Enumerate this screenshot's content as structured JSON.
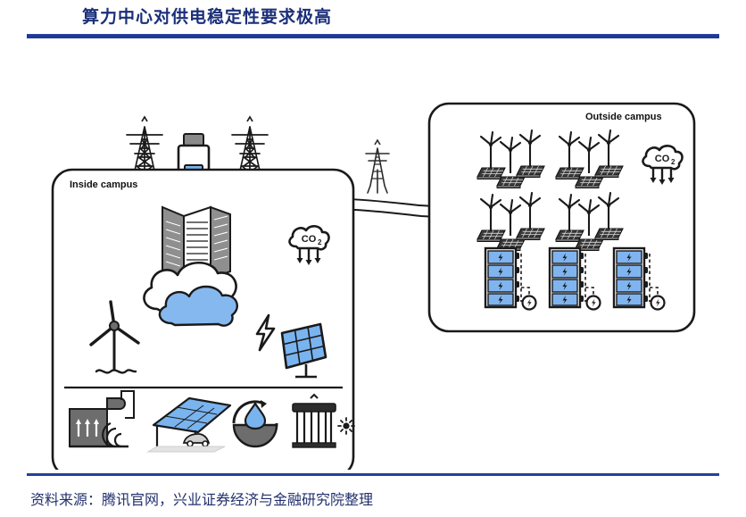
{
  "header": {
    "title": "算力中心对供电稳定性要求极高"
  },
  "footer": {
    "source": "资料来源：腾讯官网，兴业证券经济与金融研究院整理"
  },
  "colors": {
    "title_blue": "#1b2f79",
    "rule_blue": "#1f3a8f",
    "footer_rule_blue": "#24409a",
    "source_text": "#22306e",
    "cloud_blue": "#86b8f0",
    "panel_blue": "#7ab4ef",
    "battery_blue": "#7fb4ef",
    "line_black": "#1a1a1a",
    "gray_fill": "#8a8a8a",
    "dark_gray": "#3c3c3c"
  },
  "diagram": {
    "inside_panel": {
      "label": "Inside campus"
    },
    "outside_panel": {
      "label": "Outside campus"
    },
    "co2_icon_label": "CO",
    "co2_subscript": "2",
    "inside_icons": [
      {
        "name": "co2-cloud-icon",
        "label": "CO2 emission reduction"
      },
      {
        "name": "data-center-cloud-icon",
        "label": "Data center on cloud"
      },
      {
        "name": "offshore-wind-turbine-icon",
        "label": "Offshore wind turbine"
      },
      {
        "name": "solar-panel-icon",
        "label": "Solar panel"
      },
      {
        "name": "lightning-bolt-icon",
        "label": "Power"
      }
    ],
    "inside_bottom_icons": [
      {
        "name": "waste-heat-recovery-icon",
        "label": "Waste heat recovery"
      },
      {
        "name": "solar-carport-icon",
        "label": "Solar carport"
      },
      {
        "name": "water-recycling-icon",
        "label": "Water recycling"
      },
      {
        "name": "radiant-heating-icon",
        "label": "Radiant heating"
      }
    ],
    "grid_icons": [
      {
        "name": "transmission-tower-icon",
        "label": "Transmission tower"
      },
      {
        "name": "substation-battery-icon",
        "label": "Substation unit"
      },
      {
        "name": "power-line",
        "label": "Power transmission line"
      }
    ],
    "outside_clusters": {
      "count": 4,
      "turbines_per_cluster": 3,
      "solar_arrays_per_cluster": 3,
      "name": "wind-solar-cluster"
    },
    "battery_racks": {
      "count": 3,
      "cells_per_rack": 4,
      "cell_icon": "lightning-bolt-icon",
      "meter_icon": "energy-meter-icon"
    }
  }
}
